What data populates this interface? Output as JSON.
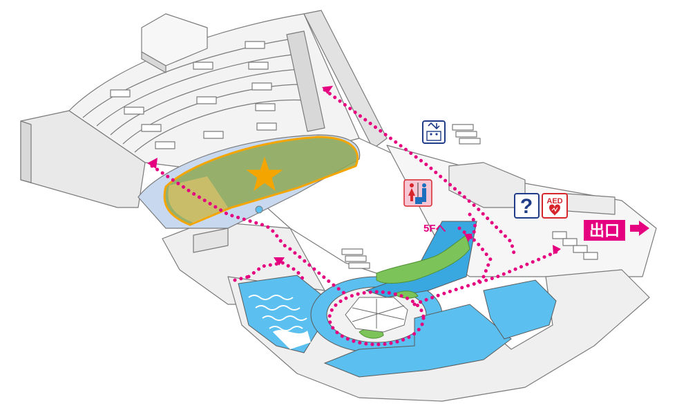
{
  "map": {
    "floor_label": "5Fへ",
    "exit_label": "出口",
    "aed_label": "AED",
    "info_label": "?"
  },
  "colors": {
    "route": "#e4007f",
    "water": "#5bc0ef",
    "water_deep": "#3aa8e0",
    "grass": "#7cc35a",
    "highlight_fill": "#8da955",
    "highlight_border": "#f5a500",
    "star": "#f5a500",
    "pale_blue": "#c8d8ee",
    "icon_blue": "#1f3c88",
    "icon_red": "#d7262b"
  },
  "icons": {
    "elevator": "elevator-icon",
    "restroom": "restroom-icon",
    "info": "information-icon",
    "aed": "aed-icon",
    "exit_arrow": "exit-arrow-icon",
    "star": "star-icon"
  }
}
